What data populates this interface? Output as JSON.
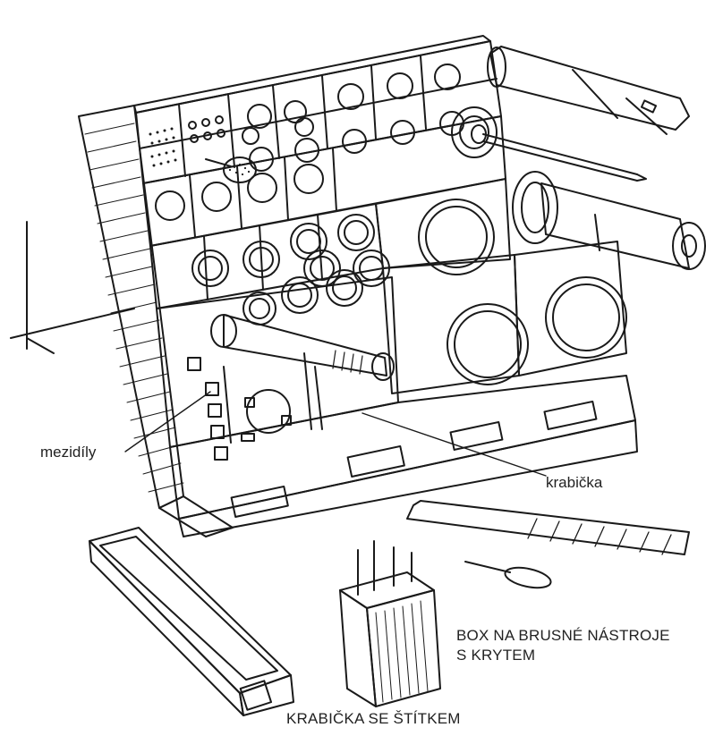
{
  "labels": {
    "spacers": "mezidíly",
    "box": "krabička",
    "grinding_box_line1": "BOX NA BRUSNÉ NÁSTROJE",
    "grinding_box_line2": "S KRYTEM",
    "labeled_box": "KRABIČKA SE ŠTÍTKEM"
  },
  "colors": {
    "ink": "#1a1a1a",
    "paper": "#ffffff"
  }
}
